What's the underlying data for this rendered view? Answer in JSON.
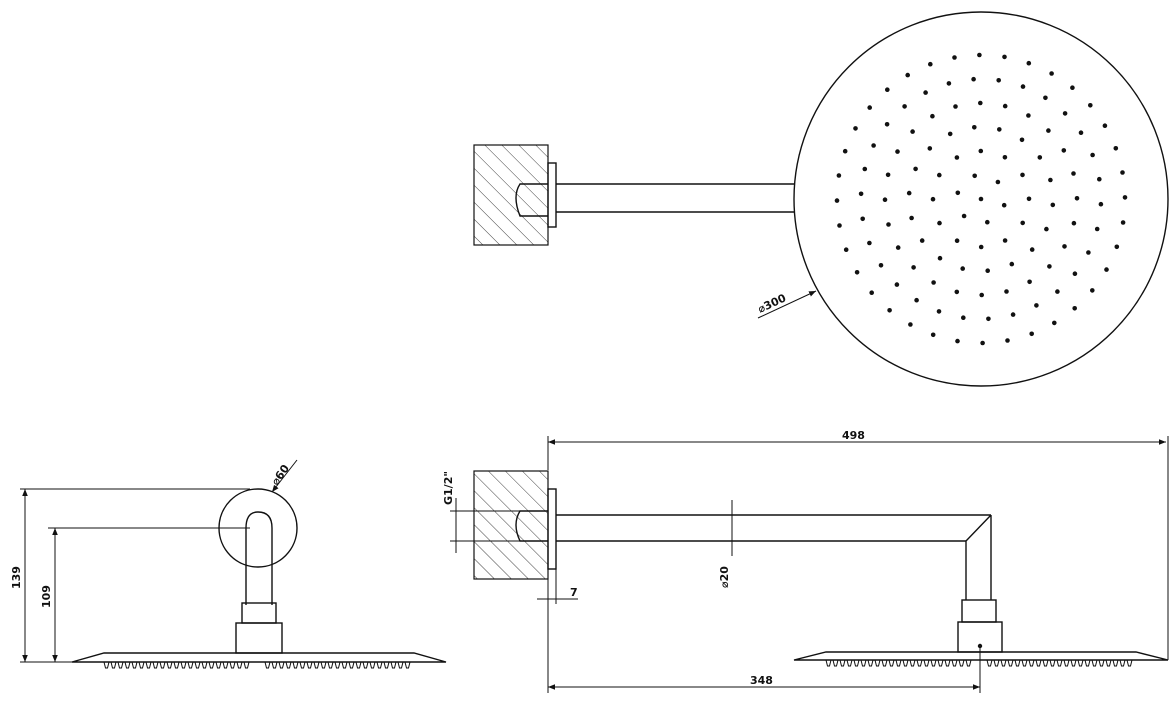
{
  "dimensions": {
    "head_diameter": "300",
    "overall_length": "498",
    "thread": "G1/2\"",
    "arm_diameter": "20",
    "flange_thickness": "7",
    "projection": "348",
    "flange_diameter": "60",
    "height_top": "139",
    "height_axis": "109"
  },
  "diameter_symbol": "⌀"
}
